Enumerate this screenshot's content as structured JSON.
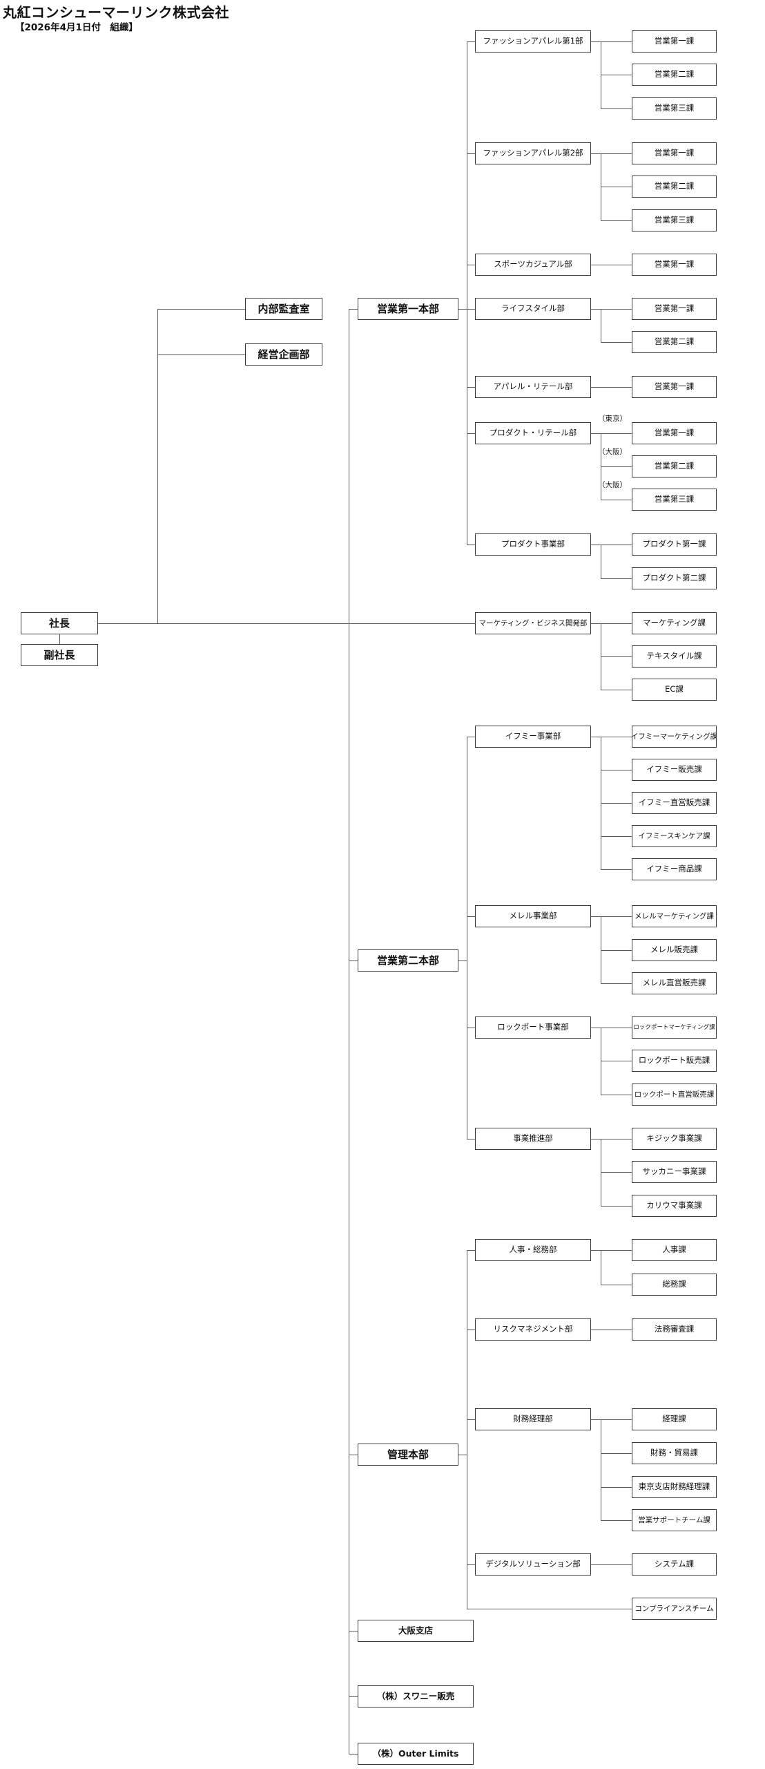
{
  "page": {
    "title": "丸紅コンシューマーリンク株式会社",
    "date_note": "【2026年4月1日付　組織】"
  },
  "org": {
    "president": {
      "id": "president",
      "label": "社長"
    },
    "vice_president": {
      "id": "vice-president",
      "label": "副社長"
    },
    "staff_units": [
      {
        "id": "internal-audit-office",
        "label": "内部監査室"
      },
      {
        "id": "corporate-planning-dept",
        "label": "経営企画部"
      }
    ],
    "divisions": [
      {
        "id": "sales-hq-1",
        "label": "営業第一本部",
        "departments": [
          {
            "id": "fashion-apparel-1",
            "label": "ファッションアパレル第1部",
            "sections": [
              {
                "id": "fa1-sales-1",
                "label": "営業第一課"
              },
              {
                "id": "fa1-sales-2",
                "label": "営業第二課"
              },
              {
                "id": "fa1-sales-3",
                "label": "営業第三課"
              }
            ]
          },
          {
            "id": "fashion-apparel-2",
            "label": "ファッションアパレル第2部",
            "sections": [
              {
                "id": "fa2-sales-1",
                "label": "営業第一課"
              },
              {
                "id": "fa2-sales-2",
                "label": "営業第二課"
              },
              {
                "id": "fa2-sales-3",
                "label": "営業第三課"
              }
            ]
          },
          {
            "id": "sports-casual",
            "label": "スポーツカジュアル部",
            "sections": [
              {
                "id": "sc-sales-1",
                "label": "営業第一課"
              }
            ]
          },
          {
            "id": "lifestyle",
            "label": "ライフスタイル部",
            "sections": [
              {
                "id": "ls-sales-1",
                "label": "営業第一課"
              },
              {
                "id": "ls-sales-2",
                "label": "営業第二課"
              }
            ]
          },
          {
            "id": "apparel-retail",
            "label": "アパレル・リテール部",
            "sections": [
              {
                "id": "ar-sales-1",
                "label": "営業第一課"
              }
            ]
          },
          {
            "id": "product-retail",
            "label": "プロダクト・リテール部",
            "sections": [
              {
                "id": "pr-sales-1",
                "label": "営業第一課",
                "annotation": "（東京）"
              },
              {
                "id": "pr-sales-2",
                "label": "営業第二課",
                "annotation": "（大阪）"
              },
              {
                "id": "pr-sales-3",
                "label": "営業第三課",
                "annotation": "（大阪）"
              }
            ]
          },
          {
            "id": "product-business",
            "label": "プロダクト事業部",
            "sections": [
              {
                "id": "pb-product-1",
                "label": "プロダクト第一課"
              },
              {
                "id": "pb-product-2",
                "label": "プロダクト第二課"
              }
            ]
          }
        ]
      },
      {
        "id": "sales-hq-2",
        "label": "営業第二本部",
        "departments": [
          {
            "id": "ifme",
            "label": "イフミー事業部",
            "sections": [
              {
                "id": "ifme-marketing",
                "label": "イフミーマーケティング課"
              },
              {
                "id": "ifme-sales",
                "label": "イフミー販売課"
              },
              {
                "id": "ifme-direct-sales",
                "label": "イフミー直営販売課"
              },
              {
                "id": "ifme-skincare",
                "label": "イフミースキンケア課"
              },
              {
                "id": "ifme-merchandise",
                "label": "イフミー商品課"
              }
            ]
          },
          {
            "id": "merrell",
            "label": "メレル事業部",
            "sections": [
              {
                "id": "merrell-marketing",
                "label": "メレルマーケティング課"
              },
              {
                "id": "merrell-sales",
                "label": "メレル販売課"
              },
              {
                "id": "merrell-direct-sales",
                "label": "メレル直営販売課"
              }
            ]
          },
          {
            "id": "rockport",
            "label": "ロックポート事業部",
            "sections": [
              {
                "id": "rockport-marketing",
                "label": "ロックポートマーケティング課"
              },
              {
                "id": "rockport-sales",
                "label": "ロックポート販売課"
              },
              {
                "id": "rockport-direct-sales",
                "label": "ロックポート直営販売課"
              }
            ]
          },
          {
            "id": "business-promotion",
            "label": "事業推進部",
            "sections": [
              {
                "id": "kizik-business",
                "label": "キジック事業課"
              },
              {
                "id": "saucony-business",
                "label": "サッカニー事業課"
              },
              {
                "id": "karhu-business",
                "label": "カリウマ事業課"
              }
            ]
          }
        ]
      },
      {
        "id": "admin-hq",
        "label": "管理本部",
        "departments": [
          {
            "id": "hr-general-affairs",
            "label": "人事・総務部",
            "sections": [
              {
                "id": "hr-section",
                "label": "人事課"
              },
              {
                "id": "general-affairs-section",
                "label": "総務課"
              }
            ]
          },
          {
            "id": "risk-management",
            "label": "リスクマネジメント部",
            "sections": [
              {
                "id": "legal-screening",
                "label": "法務審査課"
              }
            ]
          },
          {
            "id": "finance-accounting",
            "label": "財務経理部",
            "sections": [
              {
                "id": "accounting-section",
                "label": "経理課"
              },
              {
                "id": "finance-trade-section",
                "label": "財務・貿易課"
              },
              {
                "id": "tokyo-branch-finance",
                "label": "東京支店財務経理課"
              },
              {
                "id": "sales-support-team",
                "label": "営業サポートチーム課"
              }
            ]
          },
          {
            "id": "digital-solution",
            "label": "デジタルソリューション部",
            "sections": [
              {
                "id": "system-section",
                "label": "システム課"
              }
            ]
          }
        ],
        "teams": [
          {
            "id": "compliance-team",
            "label": "コンプライアンスチーム"
          }
        ]
      }
    ],
    "direct_departments": [
      {
        "id": "marketing-bizdev",
        "label": "マーケティング・ビジネス開発部",
        "sections": [
          {
            "id": "marketing-section",
            "label": "マーケティング課"
          },
          {
            "id": "textile-section",
            "label": "テキスタイル課"
          },
          {
            "id": "ec-section",
            "label": "EC課"
          }
        ]
      }
    ],
    "branches_subsidiaries": [
      {
        "id": "osaka-branch",
        "label": "大阪支店"
      },
      {
        "id": "swany-sales",
        "label": "（株）スワニー販売"
      },
      {
        "id": "outer-limits",
        "label": "（株）Outer Limits"
      }
    ]
  }
}
